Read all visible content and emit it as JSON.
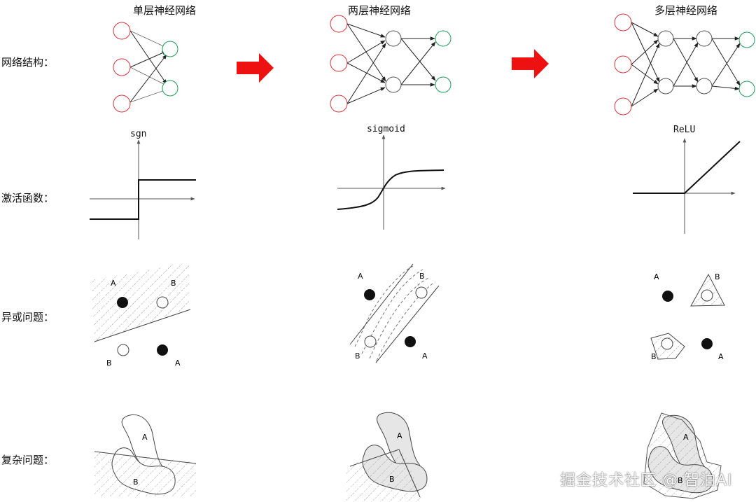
{
  "columns": [
    {
      "title": "单层神经网络",
      "activation": "sgn"
    },
    {
      "title": "两层神经网络",
      "activation": "sigmoid"
    },
    {
      "title": "多层神经网络",
      "activation": "ReLU"
    }
  ],
  "rows": {
    "structure": "网络结构：",
    "activation": "激活函数：",
    "xor": "异或问题：",
    "complex": "复杂问题："
  },
  "point_labels": {
    "a": "A",
    "b": "B"
  },
  "colors": {
    "input_node": "#d9363e",
    "output_node": "#1f9a5a",
    "arrow": "#ee1111",
    "region_fill": "#e6e6e6"
  },
  "watermark": "掘金技术社区 @ 智泊AI"
}
